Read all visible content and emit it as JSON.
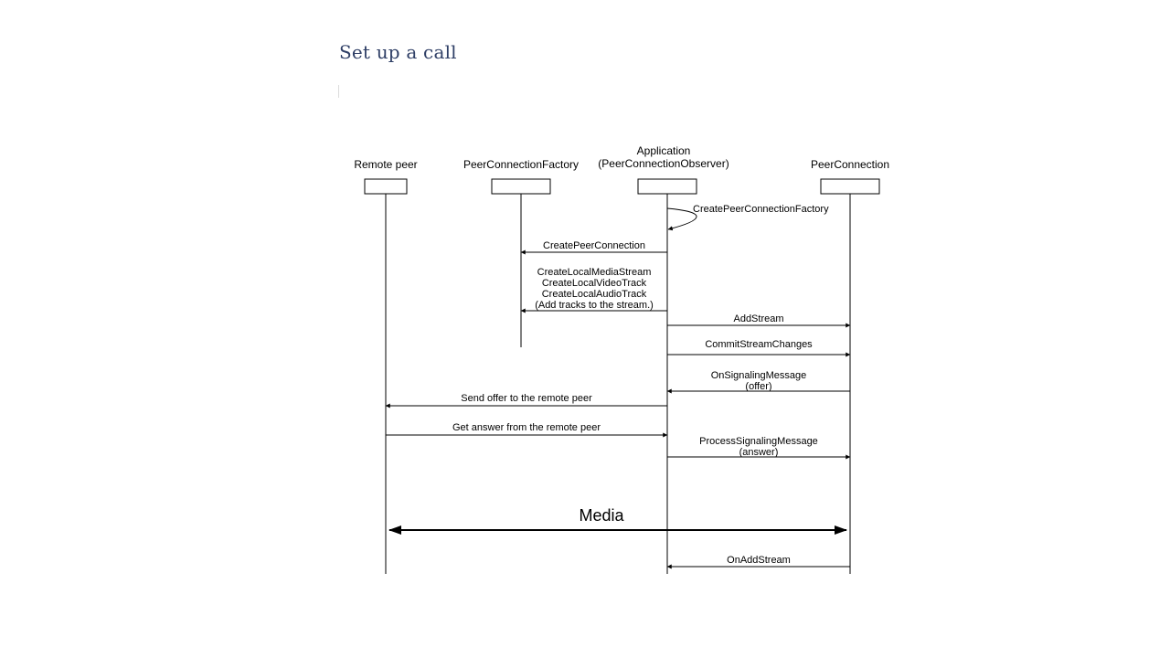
{
  "page": {
    "title": "Set up a call"
  },
  "diagram": {
    "participants": [
      {
        "id": "remote",
        "lines": [
          "Remote peer"
        ]
      },
      {
        "id": "factory",
        "lines": [
          "PeerConnectionFactory"
        ]
      },
      {
        "id": "app",
        "lines": [
          "Application",
          "(PeerConnectionObserver)"
        ]
      },
      {
        "id": "pc",
        "lines": [
          "PeerConnection"
        ]
      }
    ],
    "messages": [
      {
        "from": "app",
        "to": "app",
        "lines": [
          "CreatePeerConnectionFactory"
        ]
      },
      {
        "from": "app",
        "to": "factory",
        "lines": [
          "CreatePeerConnection"
        ]
      },
      {
        "from": "app",
        "to": "factory",
        "lines": [
          "CreateLocalMediaStream",
          "CreateLocalVideoTrack",
          "CreateLocalAudioTrack",
          "(Add tracks to the stream.)"
        ]
      },
      {
        "from": "app",
        "to": "pc",
        "lines": [
          "AddStream"
        ]
      },
      {
        "from": "app",
        "to": "pc",
        "lines": [
          "CommitStreamChanges"
        ]
      },
      {
        "from": "pc",
        "to": "app",
        "lines": [
          "OnSignalingMessage",
          "(offer)"
        ]
      },
      {
        "from": "app",
        "to": "remote",
        "lines": [
          "Send offer to the remote peer"
        ]
      },
      {
        "from": "remote",
        "to": "app",
        "lines": [
          "Get answer from the remote peer"
        ]
      },
      {
        "from": "app",
        "to": "pc",
        "lines": [
          "ProcessSignalingMessage",
          "(answer)"
        ]
      },
      {
        "from": "remote",
        "to": "pc",
        "bidirectional": true,
        "lines": [
          "Media"
        ]
      },
      {
        "from": "pc",
        "to": "app",
        "lines": [
          "OnAddStream"
        ]
      }
    ]
  }
}
